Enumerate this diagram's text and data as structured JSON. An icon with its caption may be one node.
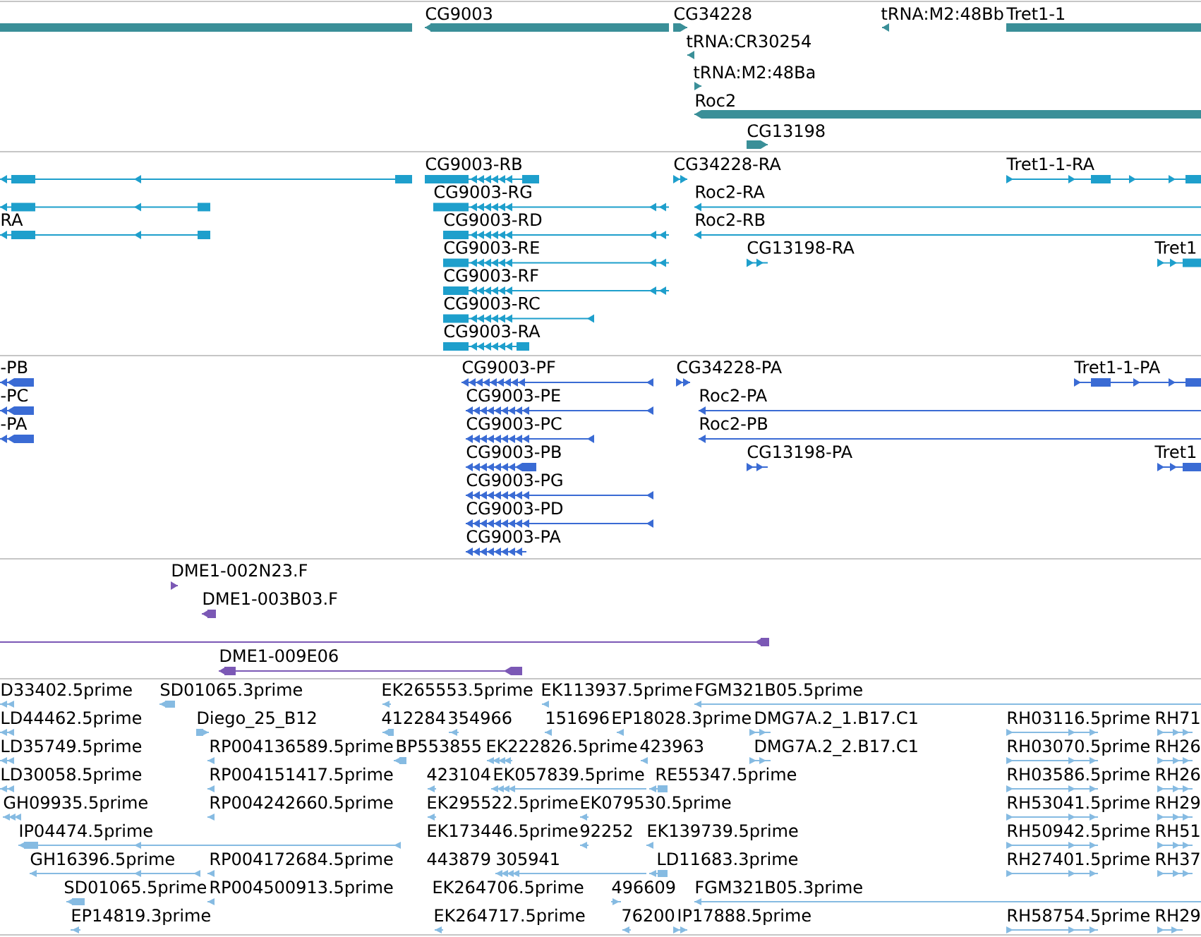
{
  "diagram": {
    "labels": [
      "CG9003",
      "CG34228",
      "tRNA:M2:48Bb",
      "Tret1-1",
      "tRNA:CR30254",
      "tRNA:M2:48Ba",
      "Roc2",
      "CG13198",
      "CG9003-RB",
      "CG34228-RA",
      "Tret1-1-RA",
      "CG9003-RG",
      "Roc2-RA",
      "RA",
      "CG9003-RD",
      "Roc2-RB",
      "CG9003-RE",
      "CG13198-RA",
      "Tret1",
      "CG9003-RF",
      "CG9003-RC",
      "CG9003-RA",
      "-PB",
      "CG9003-PF",
      "CG34228-PA",
      "Tret1-1-PA",
      "-PC",
      "CG9003-PE",
      "Roc2-PA",
      "-PA",
      "CG9003-PC",
      "Roc2-PB",
      "CG9003-PB",
      "CG13198-PA",
      "Tret1",
      "CG9003-PG",
      "CG9003-PD",
      "CG9003-PA",
      "DME1-002N23.F",
      "DME1-003B03.F",
      "DME1-009E06",
      "D33402.5prime",
      "SD01065.3prime",
      "EK265553.5prime",
      "EK113937.5prime",
      "FGM321B05.5prime",
      "LD44462.5prime",
      "Diego_25_B12",
      "412284",
      "354966",
      "151696",
      "EP18028.3prime",
      "DMG7A.2_1.B17.C1",
      "RH03116.5prime",
      "RH71",
      "LD35749.5prime",
      "RP004136589.5prime",
      "BP553855",
      "EK222826.5prime",
      "423963",
      "DMG7A.2_2.B17.C1",
      "RH03070.5prime",
      "RH26",
      "LD30058.5prime",
      "RP004151417.5prime",
      "423104",
      "EK057839.5prime",
      "RE55347.5prime",
      "RH03586.5prime",
      "RH26",
      "GH09935.5prime",
      "RP004242660.5prime",
      "EK295522.5prime",
      "EK079530.5prime",
      "RH53041.5prime",
      "RH29",
      "IP04474.5prime",
      "EK173446.5prime",
      "92252",
      "EK139739.5prime",
      "RH50942.5prime",
      "RH51",
      "GH16396.5prime",
      "RP004172684.5prime",
      "443879",
      "305941",
      "LD11683.3prime",
      "RH27401.5prime",
      "RH37",
      "SD01065.5prime",
      "RP004500913.5prime",
      "EK264706.5prime",
      "496609",
      "FGM321B05.3prime",
      "EP14819.3prime",
      "EK264717.5prime",
      "76200",
      "IP17888.5prime",
      "RH58754.5prime",
      "RH29"
    ]
  }
}
